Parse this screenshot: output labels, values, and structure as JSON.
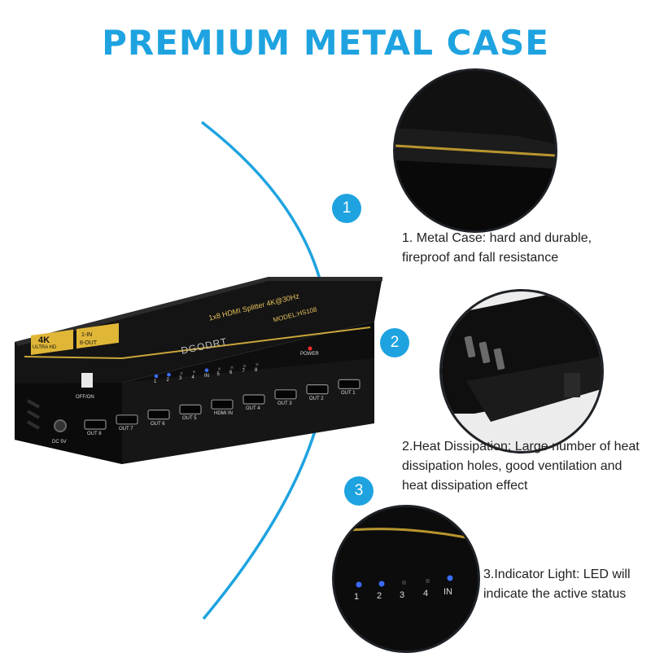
{
  "title": "PREMIUM METAL CASE",
  "accent_color": "#1ea3e0",
  "steps": [
    {
      "number": "1",
      "caption": "1. Metal Case: hard and durable, fireproof and fall resistance"
    },
    {
      "number": "2",
      "caption": "2.Heat Dissipation: Large number of heat dissipation holes, good ventilation and heat dissipation effect"
    },
    {
      "number": "3",
      "caption": "3.Indicator Light: LED will indicate the active status"
    }
  ],
  "device": {
    "top_label": "1x8 HDMI Splitter 4K@30Hz",
    "model": "MODEL:HS108",
    "brand": "DGODRT",
    "badge_4k": "4K",
    "badge_ultra": "ULTRA HD",
    "badge_in": "1-IN",
    "badge_out": "8-OUT",
    "power_label": "POWER",
    "switch_label": "OFF/ON",
    "dc_label": "DC 5V",
    "led_labels": [
      "1",
      "2",
      "3",
      "4",
      "IN",
      "5",
      "6",
      "7",
      "8"
    ],
    "ports_rear": [
      "OUT 8",
      "OUT 7",
      "OUT 6",
      "OUT 5",
      "HDMI IN",
      "OUT 4",
      "OUT 3",
      "OUT 2",
      "OUT 1"
    ]
  },
  "zoom_led": {
    "labels": [
      "1",
      "2",
      "3",
      "4",
      "IN"
    ]
  }
}
